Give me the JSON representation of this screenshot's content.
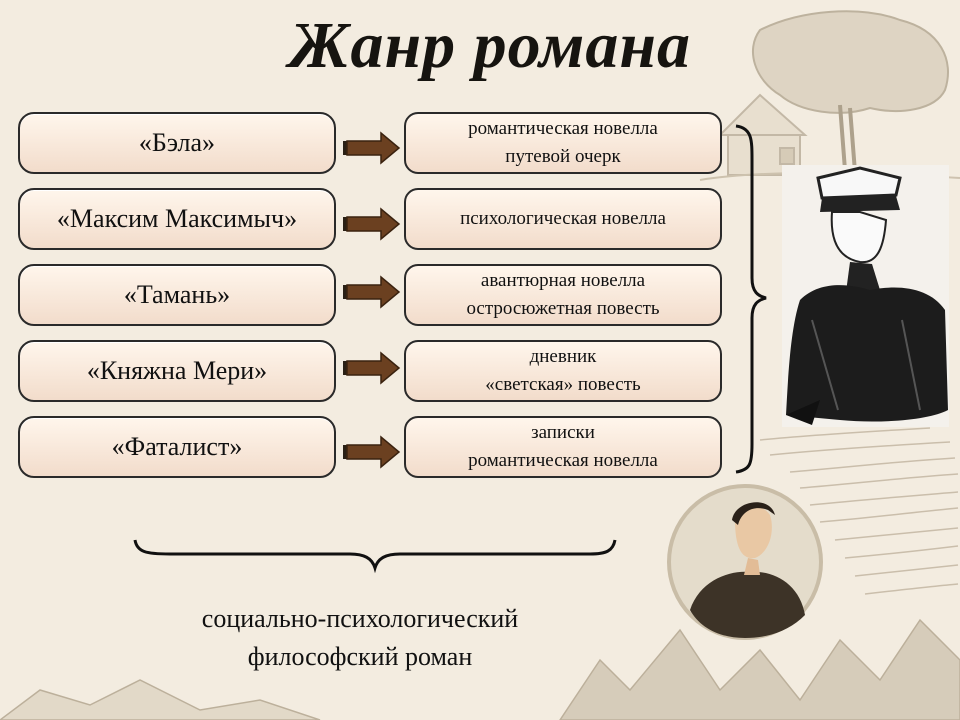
{
  "title": "Жанр романа",
  "rows": [
    {
      "story": "«Бэла»",
      "genre": [
        "романтическая новелла",
        "путевой очерк"
      ]
    },
    {
      "story": "«Максим Максимыч»",
      "genre": [
        "психологическая новелла"
      ]
    },
    {
      "story": "«Тамань»",
      "genre": [
        "авантюрная новелла",
        "остросюжетная повесть"
      ]
    },
    {
      "story": "«Княжна Мери»",
      "genre": [
        "дневник",
        "«светская» повесть"
      ]
    },
    {
      "story": "«Фаталист»",
      "genre": [
        "записки",
        "романтическая новелла"
      ]
    }
  ],
  "conclusion": [
    "социально-психологический",
    "философский роман"
  ],
  "colors": {
    "arrow": "#6b4020",
    "box_border": "#2a2a2a",
    "box_fill": "#f2dccb",
    "background": "#f3ece0"
  }
}
